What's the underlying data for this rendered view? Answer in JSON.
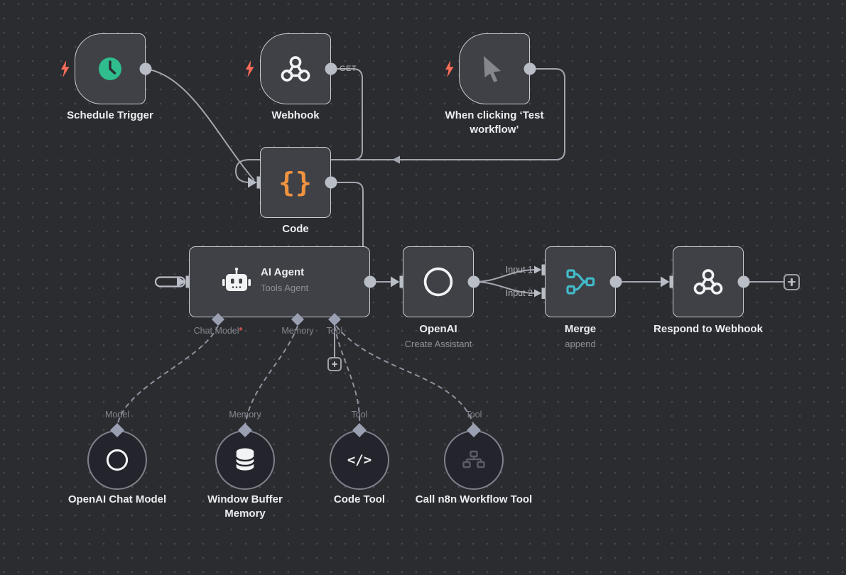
{
  "canvas": {
    "background_color": "#2b2c30",
    "dot_color": "#47484d",
    "node_fill": "#3f4146",
    "node_border": "#c9ccd1",
    "subnode_fill": "#24252c",
    "edge_color": "#a2a6ae",
    "dashed_edge_color": "#8d919e",
    "port_color": "#b9bdc5",
    "diamond_color": "#9aa0b2",
    "trigger_bolt_color": "#ff6d5a",
    "accent_orange": "#f09340",
    "accent_green": "#2fbd8e",
    "accent_teal": "#41bac9",
    "required_color": "#e4584e"
  },
  "icons": {
    "schedule": "clock-icon",
    "webhook": "webhook-icon",
    "manual": "cursor-icon",
    "code": "curly-braces-icon",
    "ai_agent": "robot-icon",
    "openai": "openai-logo-icon",
    "merge": "merge-icon",
    "respond": "webhook-icon",
    "memory": "database-icon",
    "code_tool": "code-brackets-icon",
    "n8n_tool": "sitemap-icon",
    "trigger": "lightning-bolt-icon",
    "add": "plus-icon"
  },
  "nodes": {
    "schedule": {
      "label": "Schedule Trigger"
    },
    "webhook": {
      "label": "Webhook",
      "method_badge": "GET"
    },
    "manual": {
      "label": "When clicking ‘Test workflow’"
    },
    "code": {
      "label": "Code",
      "icon_glyph": "{}"
    },
    "ai_agent": {
      "title": "AI Agent",
      "subtitle": "Tools Agent",
      "ports": {
        "chat_model": {
          "label": "Chat Model",
          "required": "*"
        },
        "memory": {
          "label": "Memory"
        },
        "tool": {
          "label": "Tool"
        }
      }
    },
    "openai": {
      "label": "OpenAI",
      "subtitle": "Create Assistant"
    },
    "merge": {
      "label": "Merge",
      "subtitle": "append",
      "inputs": {
        "input1": "Input 1",
        "input2": "Input 2"
      }
    },
    "respond": {
      "label": "Respond to Webhook"
    },
    "openai_chat_model": {
      "label": "OpenAI Chat Model",
      "port": "Model"
    },
    "window_buffer_memory": {
      "label": "Window Buffer Memory",
      "port": "Memory"
    },
    "code_tool": {
      "label": "Code Tool",
      "port": "Tool",
      "icon_glyph": "</>"
    },
    "call_n8n_workflow_tool": {
      "label": "Call n8n Workflow Tool",
      "port": "Tool"
    }
  }
}
